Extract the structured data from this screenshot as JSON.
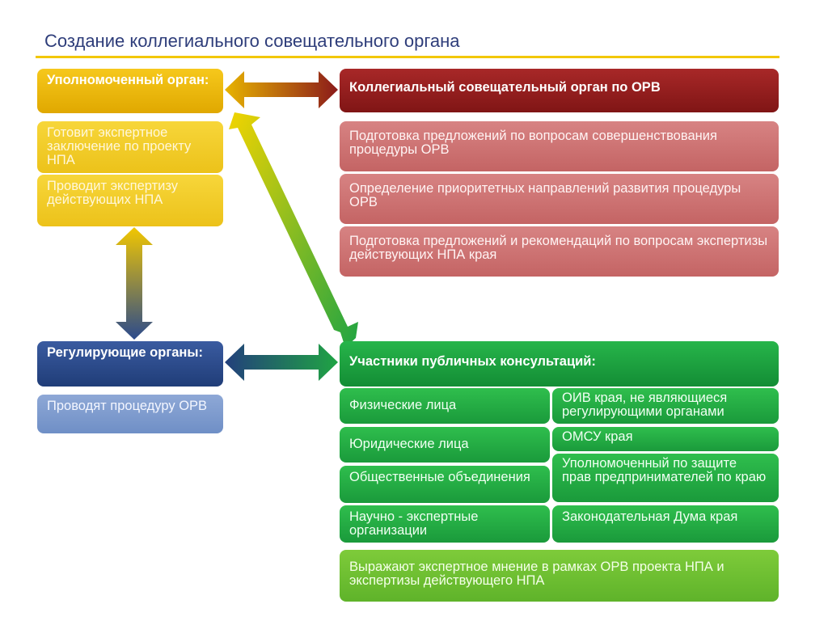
{
  "title": "Создание коллегиального совещательного органа",
  "authorized": {
    "head": "Уполномоченный орган:",
    "items": [
      "Готовит экспертное заключение по проекту НПА",
      "Проводит экспертизу действующих НПА"
    ]
  },
  "council": {
    "head": "Коллегиальный совещательный орган по ОРВ",
    "items": [
      "Подготовка предложений по вопросам совершенствования процедуры ОРВ",
      "Определение приоритетных направлений развития процедуры ОРВ",
      "Подготовка предложений и рекомендаций по вопросам экспертизы действующих НПА края"
    ]
  },
  "regulators": {
    "head": "Регулирующие органы:",
    "items": [
      "Проводят процедуру ОРВ"
    ]
  },
  "participants": {
    "head": "Участники публичных консультаций:",
    "left": [
      "Физические лица",
      "Юридические лица",
      "Общественные объединения",
      "Научно - экспертные организации"
    ],
    "right": [
      "ОИВ края, не являющиеся регулирующими органами",
      "ОМСУ края",
      "Уполномоченный по защите прав предпринимателей по краю",
      "Законодательная Дума края"
    ],
    "footer": "Выражают экспертное мнение в рамках ОРВ проекта НПА и экспертизы действующего НПА"
  },
  "colors": {
    "yellow": "#f2c700",
    "red": "#8b1a1a",
    "blue": "#2b4a8c",
    "green": "#1fa443",
    "title": "#2e3d7a"
  }
}
